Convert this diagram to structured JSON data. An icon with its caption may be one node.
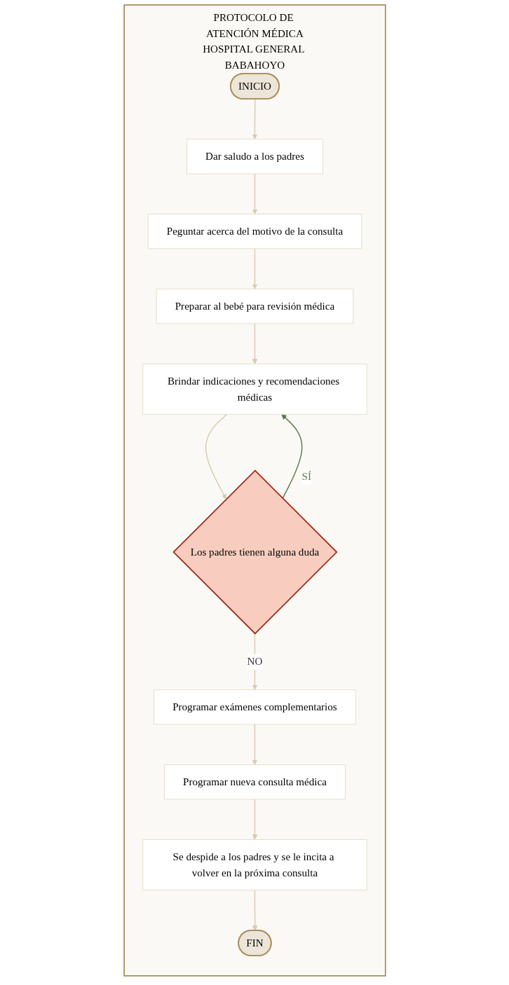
{
  "diagram": {
    "nodes": [
      {
        "text": [
          "PROTOCOLO DE ATENCIÓN MÉDICA",
          "HOSPITAL GENERAL BABAHOYO"
        ]
      },
      {
        "text": [
          "INICIO"
        ],
        "in": 0
      },
      {
        "text": [
          "Dar saludo a los padres"
        ],
        "in": 0
      },
      {
        "text": [
          "Peguntar acerca del motivo de la consulta"
        ],
        "in": 0
      },
      {
        "text": [
          "Preparar al bebé para revisión médica"
        ],
        "in": 0
      },
      {
        "text": [
          "Brindar indicaciones y recomendaciones médicas"
        ],
        "in": 0
      },
      {
        "text": [
          "Los padres tienen alguna duda"
        ],
        "in": 0
      },
      {
        "text": [
          "Programar exámenes complementarios"
        ],
        "in": 0
      },
      {
        "text": [
          "Programar nueva consulta médica"
        ],
        "in": 0
      },
      {
        "text": [
          "Se despide a los padres y se le incita a volver en la próxima consulta"
        ],
        "in": 0
      },
      {
        "text": [
          "FIN"
        ],
        "in": 0
      }
    ],
    "edges": [
      {
        "from": 1,
        "to": 2,
        "arrow": "to"
      },
      {
        "from": 2,
        "to": 3,
        "arrow": "to"
      },
      {
        "from": 3,
        "to": 4,
        "arrow": "to"
      },
      {
        "from": 4,
        "to": 5,
        "arrow": "to"
      },
      {
        "from": 5,
        "to": 6,
        "arrow": "to"
      },
      {
        "from": 6,
        "to": 5,
        "arrow": "to",
        "label": "SÍ",
        "color": "#5b7a4a"
      },
      {
        "from": 6,
        "to": 7,
        "arrow": "to",
        "label": "NO"
      },
      {
        "from": 7,
        "to": 8,
        "arrow": "to"
      },
      {
        "from": 8,
        "to": 9,
        "arrow": "to"
      },
      {
        "from": 9,
        "to": 10,
        "arrow": "to"
      }
    ]
  }
}
